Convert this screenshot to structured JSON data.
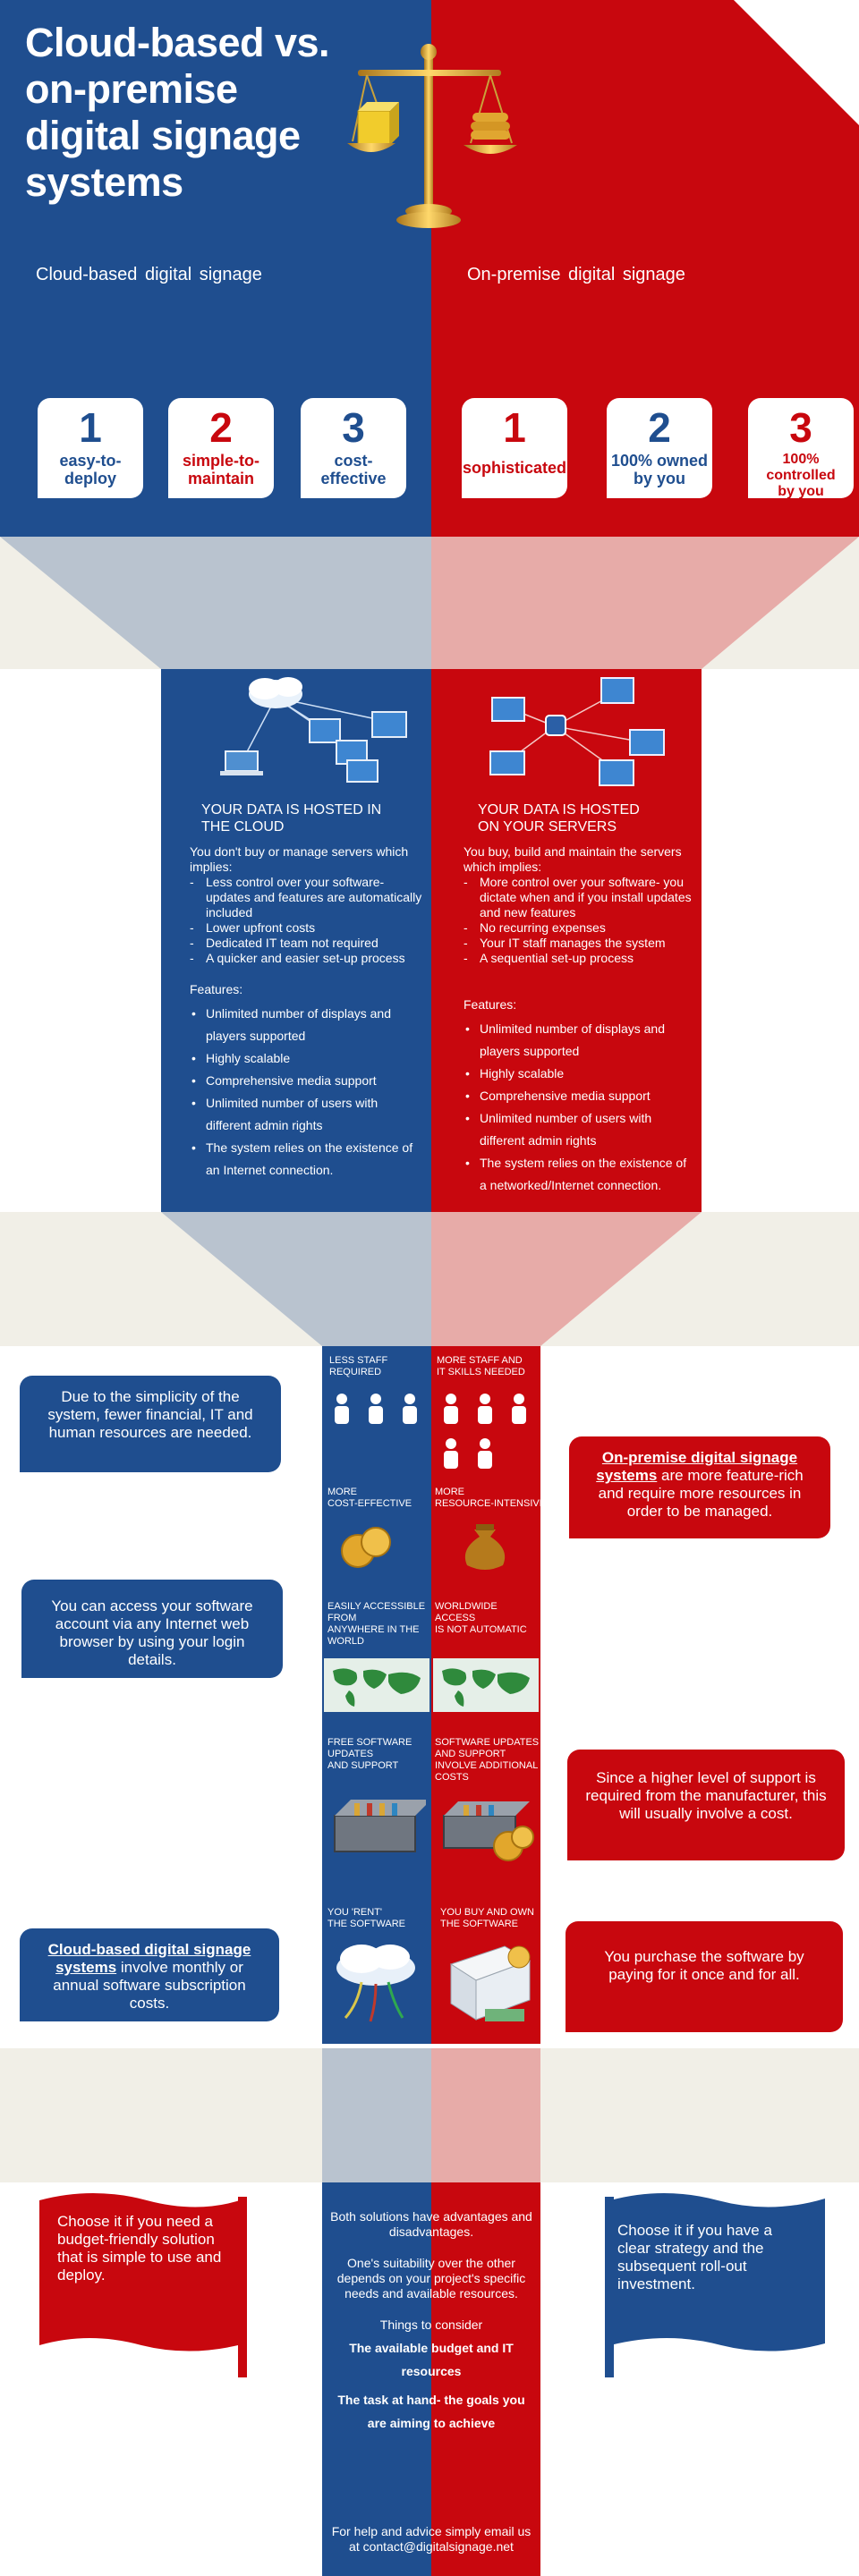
{
  "header": {
    "title_lines": [
      "Cloud-based vs.",
      "on-premise",
      "digital signage",
      "systems"
    ],
    "left_subtitle": "Cloud-based digital signage",
    "right_subtitle": "On-premise digital signage",
    "icon": "balance-scale-icon"
  },
  "cloud_cards": [
    {
      "num": "1",
      "label": "easy-to-\ndeploy"
    },
    {
      "num": "2",
      "label": "simple-to-\nmaintain"
    },
    {
      "num": "3",
      "label": "cost-\neffective"
    }
  ],
  "premise_cards": [
    {
      "num": "1",
      "label": "sophisticated"
    },
    {
      "num": "2",
      "label": "100% owned\nby you"
    },
    {
      "num": "3",
      "label": "100%\ncontrolled\nby you"
    }
  ],
  "cloud_hosting": {
    "title": "YOUR DATA IS HOSTED IN THE CLOUD",
    "intro": "You don't buy or manage servers which implies:",
    "implies": [
      "Less control over your software- updates and features are automatically included",
      "Lower upfront costs",
      "Dedicated IT team not required",
      "A quicker and easier set-up process"
    ],
    "features_label": "Features:",
    "features": [
      "Unlimited number of displays and players supported",
      "Highly scalable",
      "Comprehensive media support",
      "Unlimited number of users with different admin rights",
      "The system relies on the existence of an Internet connection."
    ]
  },
  "premise_hosting": {
    "title": "YOUR DATA IS HOSTED ON YOUR SERVERS",
    "intro": "You buy, build and maintain the servers which implies:",
    "implies": [
      "More control over your software- you dictate when and if you install updates and new features",
      "No recurring expenses",
      "Your IT staff manages the system",
      "A sequential set-up process"
    ],
    "features_label": "Features:",
    "features": [
      "Unlimited number of displays and players supported",
      "Highly scalable",
      "Comprehensive media support",
      "Unlimited number of users with different admin rights",
      "The system relies on the existence of a networked/Internet connection."
    ]
  },
  "comparison": {
    "cloud_labels": [
      "LESS STAFF\nREQUIRED",
      "MORE\nCOST-EFFECTIVE",
      "EASILY ACCESSIBLE\nFROM\nANYWHERE IN THE\nWORLD",
      "FREE SOFTWARE\nUPDATES\nAND SUPPORT",
      "YOU 'RENT'\nTHE SOFTWARE"
    ],
    "premise_labels": [
      "MORE STAFF AND\nIT SKILLS NEEDED",
      "MORE\nRESOURCE-INTENSIVE",
      "WORLDWIDE\nACCESS\nIS NOT AUTOMATIC",
      "SOFTWARE UPDATES\nAND SUPPORT\nINVOLVE ADDITIONAL\nCOSTS",
      "YOU BUY AND OWN\nTHE SOFTWARE"
    ]
  },
  "bubbles": {
    "left_1": "Due to the simplicity of the system, fewer financial, IT and human resources are needed.",
    "left_2": "You can access your software account via any Internet web browser by using your login details.",
    "left_3_link": "Cloud-based digital signage systems",
    "left_3_rest": " involve monthly or annual software subscription costs.",
    "right_1_link": "On-premise digital signage systems",
    "right_1_rest": " are more feature-rich and require more resources in order to be managed.",
    "right_2": "Since a higher level of support is required from the manufacturer, this will usually involve a cost.",
    "right_3": "You purchase the software by paying for it once and for all."
  },
  "bottom": {
    "left_flag": "Choose it if you need a budget-friendly solution that is simple to use and deploy.",
    "right_flag": "Choose it if you have a clear strategy and the subsequent roll-out investment.",
    "intro": "Both solutions have advantages and disadvantages.",
    "suitability": "One's suitability over the other depends on your project's specific needs and available resources.",
    "things": "Things to consider",
    "consider": [
      "The available budget and IT resources",
      "The task at hand- the goals you are aiming to achieve"
    ],
    "help": "For help and advice simply email us at contact@digitalsignage.net"
  },
  "colors": {
    "blue": "#1f4e8f",
    "red": "#c8070e",
    "band": "#f1efe7"
  }
}
